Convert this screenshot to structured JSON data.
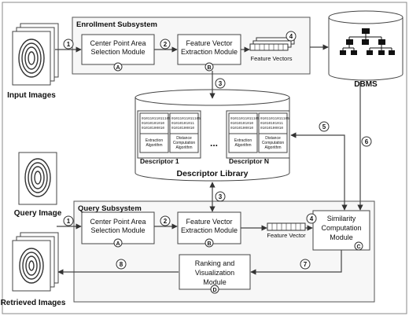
{
  "labels": {
    "input_images": "Input Images",
    "query_image": "Query Image",
    "retrieved_images": "Retrieved Images",
    "dbms": "DBMS",
    "feature_vectors": "Feature Vectors",
    "feature_vector": "Feature Vector",
    "descriptor_library": "Descriptor Library",
    "ellipsis": "..."
  },
  "enrollment": {
    "title": "Enrollment Subsystem",
    "center_module": [
      "Center Point Area",
      "Selection Module"
    ],
    "feature_module": [
      "Feature Vector",
      "Extraction Module"
    ]
  },
  "query": {
    "title": "Query Subsystem",
    "center_module": [
      "Center Point Area",
      "Selection Module"
    ],
    "feature_module": [
      "Feature Vector",
      "Extraction Module"
    ],
    "similarity_module": [
      "Similarity",
      "Computation",
      "Module"
    ],
    "ranking_module": [
      "Ranking and",
      "Visualization",
      "Module"
    ]
  },
  "descriptors": [
    {
      "title": "Descriptor 1",
      "cells": [
        {
          "bits": [
            "01011011011105",
            "01010101010",
            "01010100010"
          ],
          "label": [
            "Extraction",
            "Algorithm"
          ]
        },
        {
          "bits": [
            "01011011011105",
            "01010101011",
            "01010100010"
          ],
          "label": [
            "Distance",
            "Computation",
            "Algorithm"
          ]
        }
      ]
    },
    {
      "title": "Descriptor N",
      "cells": [
        {
          "bits": [
            "01011011011105",
            "01010101010",
            "01010100010"
          ],
          "label": [
            "Extraction",
            "Algorithm"
          ]
        },
        {
          "bits": [
            "01011011011105",
            "01010101011",
            "01010100010"
          ],
          "label": [
            "Distance",
            "Computation",
            "Algorithm"
          ]
        }
      ]
    }
  ],
  "markers": {
    "a": "A",
    "b": "B",
    "c": "C",
    "d": "D"
  },
  "steps": [
    "1",
    "2",
    "3",
    "4",
    "5",
    "6",
    "7",
    "8"
  ]
}
